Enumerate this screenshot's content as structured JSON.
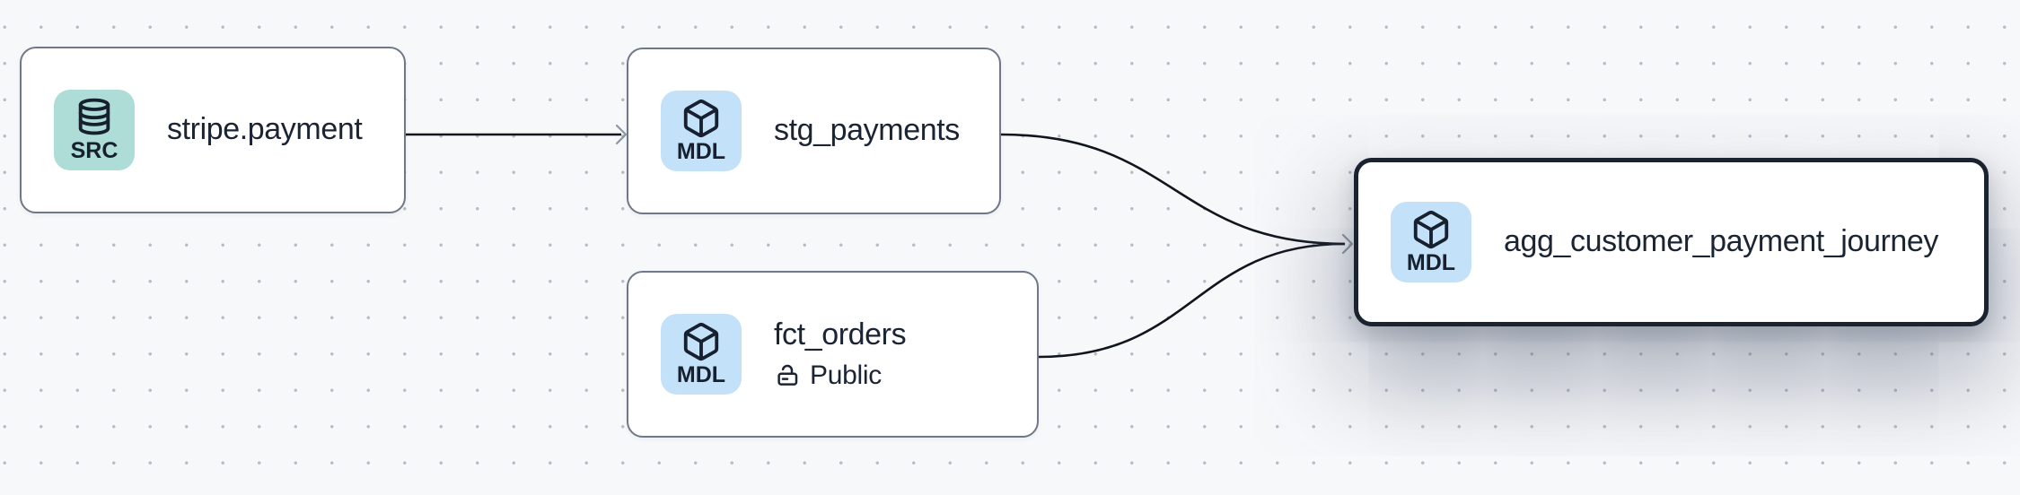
{
  "canvas": {
    "background_color": "#f7f8fa",
    "dot_color": "#b8bcc6",
    "edge_color": "#10151e",
    "arrowhead_color": "#8e96a3",
    "node_border_color": "#6f7888",
    "selected_node_border_color": "#1b2330",
    "text_color": "#1b2433"
  },
  "nodes": [
    {
      "id": "stripe.payment",
      "label": "stripe.payment",
      "type": "source",
      "selected": false,
      "badge": {
        "label": "SRC",
        "icon": "database-icon",
        "color": "#aedcd6"
      }
    },
    {
      "id": "stg_payments",
      "label": "stg_payments",
      "type": "model",
      "selected": false,
      "badge": {
        "label": "MDL",
        "icon": "cube-icon",
        "color": "#c3e1f9"
      }
    },
    {
      "id": "fct_orders",
      "label": "fct_orders",
      "type": "model",
      "selected": false,
      "badge": {
        "label": "MDL",
        "icon": "cube-icon",
        "color": "#c3e1f9"
      },
      "meta": {
        "icon": "unlock-icon",
        "label": "Public"
      }
    },
    {
      "id": "agg_customer_payment_journey",
      "label": "agg_customer_payment_journey",
      "type": "model",
      "selected": true,
      "badge": {
        "label": "MDL",
        "icon": "cube-icon",
        "color": "#c3e1f9"
      }
    }
  ],
  "edges": [
    {
      "from": "stripe.payment",
      "to": "stg_payments"
    },
    {
      "from": "stg_payments",
      "to": "agg_customer_payment_journey"
    },
    {
      "from": "fct_orders",
      "to": "agg_customer_payment_journey"
    }
  ]
}
